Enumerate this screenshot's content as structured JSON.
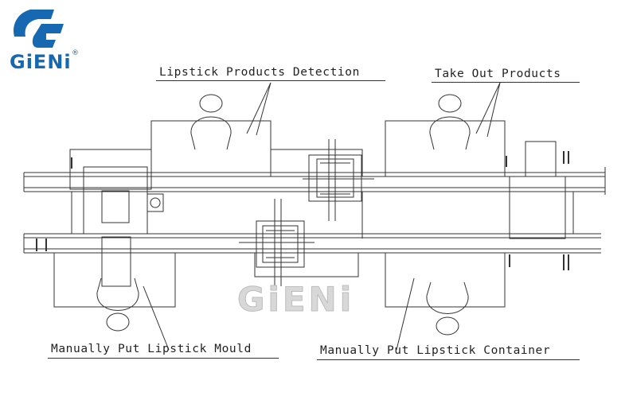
{
  "brand": {
    "name": "GiENi",
    "registered": "®",
    "color": "#1668b0"
  },
  "watermark": {
    "text": "GiENi"
  },
  "labels": {
    "detection": "Lipstick Products Detection",
    "take_out": "Take Out Products",
    "put_mould": "Manually Put Lipstick Mould",
    "put_container": "Manually Put Lipstick Container"
  },
  "icons": [
    "gieni-logo-icon",
    "operator-figure-icon"
  ]
}
